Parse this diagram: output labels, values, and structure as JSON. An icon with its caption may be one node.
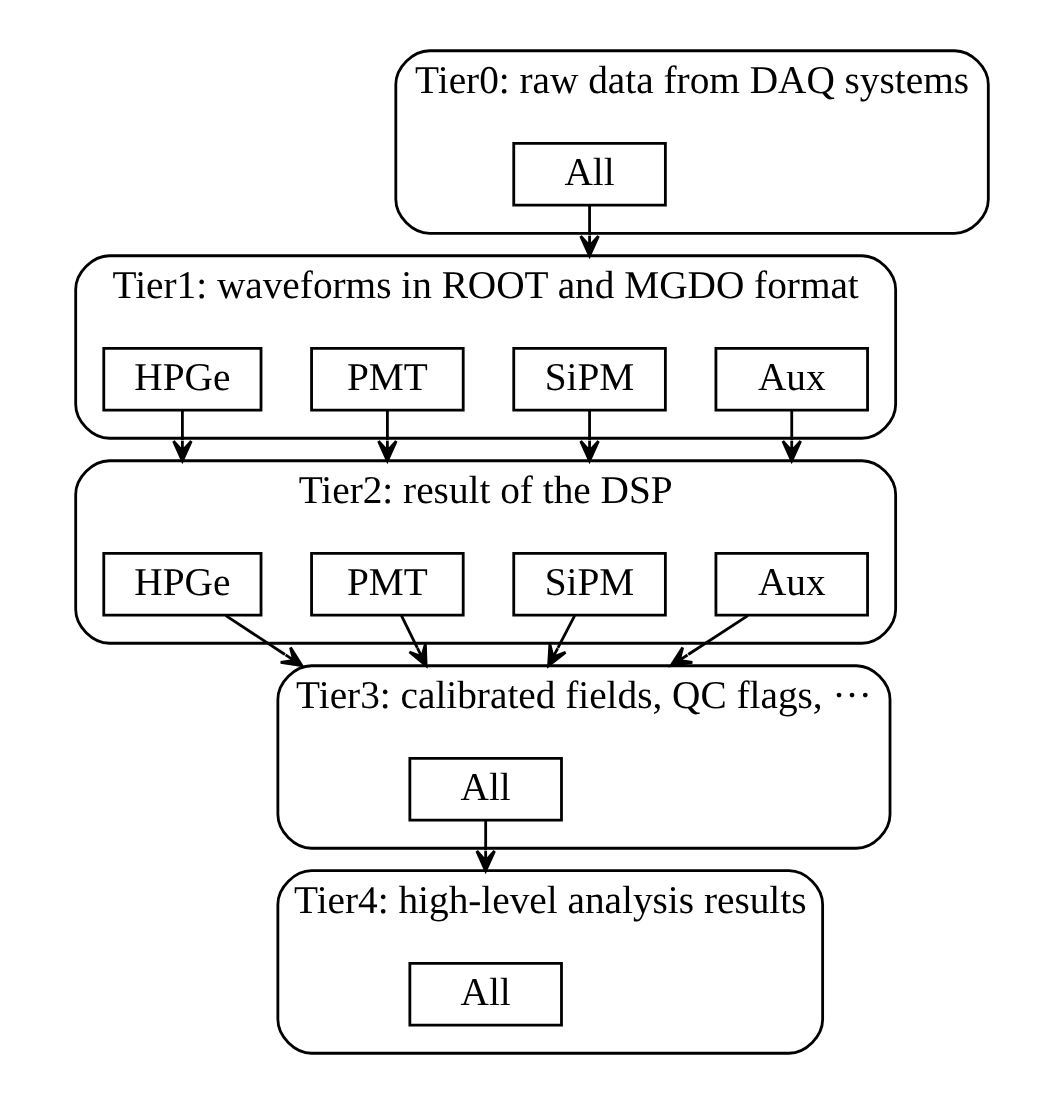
{
  "diagram": {
    "nodes": [
      {
        "text": [
          "Tier0: raw data from DAQ systems"
        ]
      },
      {
        "text": [
          "All"
        ],
        "in": 0
      },
      {
        "text": [
          "Tier1: waveforms in ROOT and MGDO format"
        ]
      },
      {
        "text": [
          "HPGe"
        ],
        "in": 2
      },
      {
        "text": [
          "PMT"
        ],
        "in": 2
      },
      {
        "text": [
          "SiPM"
        ],
        "in": 2
      },
      {
        "text": [
          "Aux"
        ],
        "in": 2
      },
      {
        "text": [
          "Tier2: result of the DSP"
        ]
      },
      {
        "text": [
          "HPGe"
        ],
        "in": 7
      },
      {
        "text": [
          "PMT"
        ],
        "in": 7
      },
      {
        "text": [
          "SiPM"
        ],
        "in": 7
      },
      {
        "text": [
          "Aux"
        ],
        "in": 7
      },
      {
        "text": [
          "Tier3: calibrated fields, QC flags, ···"
        ]
      },
      {
        "text": [
          "All"
        ],
        "in": 12
      },
      {
        "text": [
          "Tier4: high-level analysis results"
        ]
      },
      {
        "text": [
          "All"
        ],
        "in": 14
      }
    ],
    "edges": [
      {
        "from": 1,
        "to": 2,
        "arrow": "to"
      },
      {
        "from": 3,
        "to": 7,
        "arrow": "to"
      },
      {
        "from": 4,
        "to": 7,
        "arrow": "to"
      },
      {
        "from": 5,
        "to": 7,
        "arrow": "to"
      },
      {
        "from": 6,
        "to": 7,
        "arrow": "to"
      },
      {
        "from": 8,
        "to": 12,
        "arrow": "to"
      },
      {
        "from": 9,
        "to": 12,
        "arrow": "to"
      },
      {
        "from": 10,
        "to": 12,
        "arrow": "to"
      },
      {
        "from": 11,
        "to": 12,
        "arrow": "to"
      },
      {
        "from": 13,
        "to": 14,
        "arrow": "to"
      }
    ]
  }
}
